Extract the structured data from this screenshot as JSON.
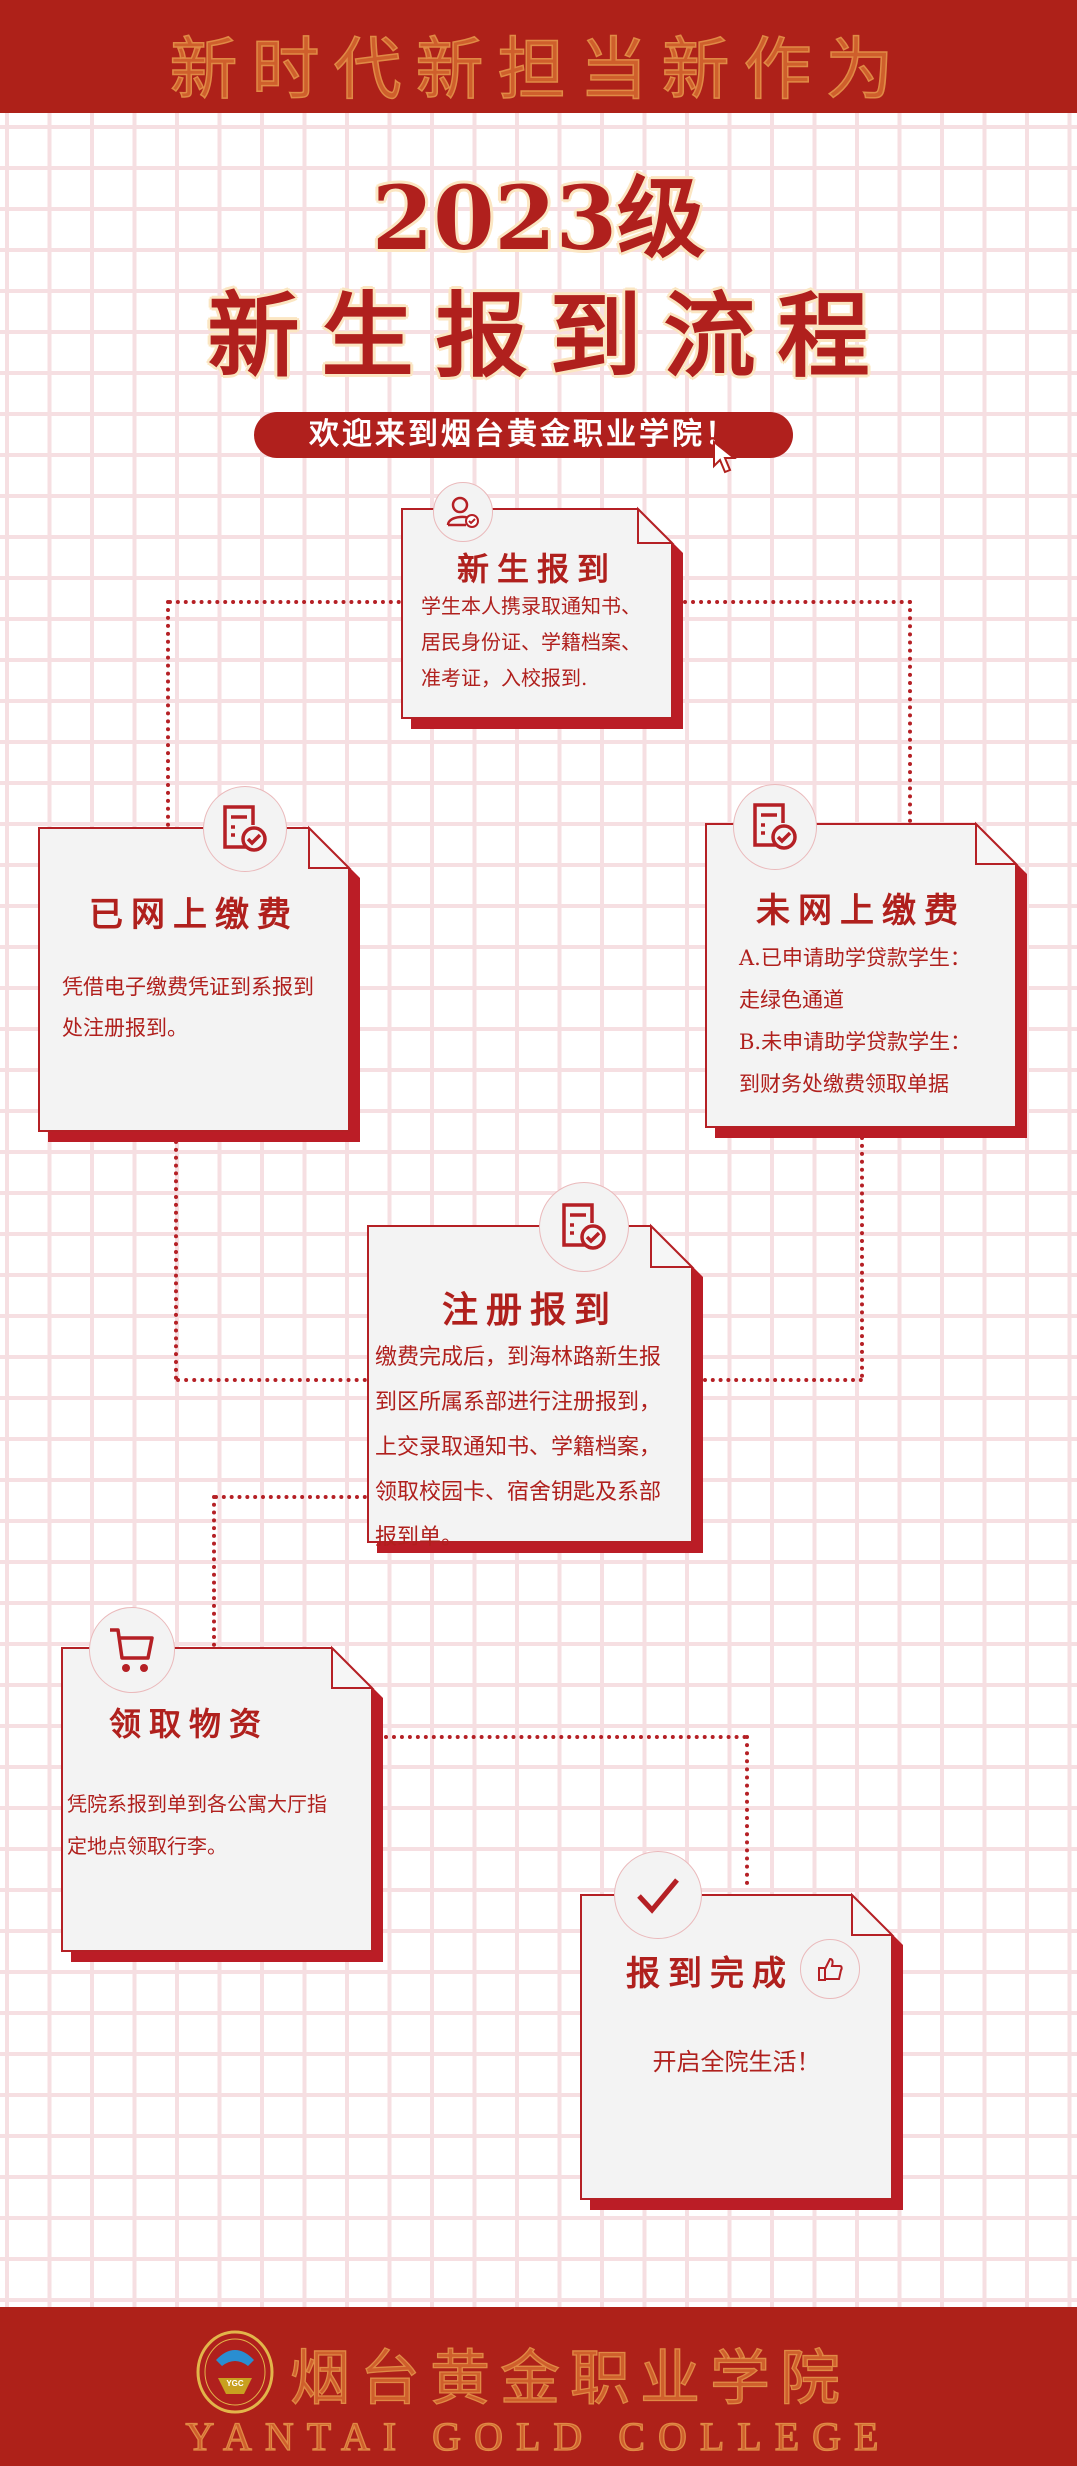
{
  "header": {
    "slogan": "新时代新担当新作为"
  },
  "title": {
    "year": "2023级",
    "main": "新生报到流程",
    "welcome": "欢迎来到烟台黄金职业学院！"
  },
  "colors": {
    "brand_red": "#ae2119",
    "accent_red": "#b52025",
    "card_bg": "#f3f3f3",
    "grid": "#f6dfe2",
    "outline_gold": "#d8742e"
  },
  "steps": [
    {
      "icon": "user-check-icon",
      "title": "新生报到",
      "lines": [
        "学生本人携录取通知书、",
        "居民身份证、学籍档案、",
        "准考证，入校报到."
      ]
    },
    {
      "icon": "document-check-icon",
      "title": "已网上缴费",
      "lines": [
        "凭借电子缴费凭证到系报到",
        "处注册报到。"
      ]
    },
    {
      "icon": "document-check-icon",
      "title": "未网上缴费",
      "lines": [
        "A.已申请助学贷款学生：",
        "走绿色通道",
        "B.未申请助学贷款学生：",
        "到财务处缴费领取单据"
      ]
    },
    {
      "icon": "document-check-icon",
      "title": "注册报到",
      "lines": [
        "缴费完成后，到海林路新生报",
        "到区所属系部进行注册报到，",
        "上交录取通知书、学籍档案，",
        "领取校园卡、宿舍钥匙及系部",
        "报到单。"
      ]
    },
    {
      "icon": "shopping-cart-icon",
      "title": "领取物资",
      "lines": [
        "凭院系报到单到各公寓大厅指",
        "定地点领取行李。"
      ]
    },
    {
      "icon": "checkmark-icon",
      "title": "报到完成",
      "lines": [
        "开启全院生活！"
      ]
    }
  ],
  "footer": {
    "name_cn": "烟台黄金职业学院",
    "name_en": "YANTAI GOLD COLLEGE",
    "logo_text": "YGC"
  }
}
